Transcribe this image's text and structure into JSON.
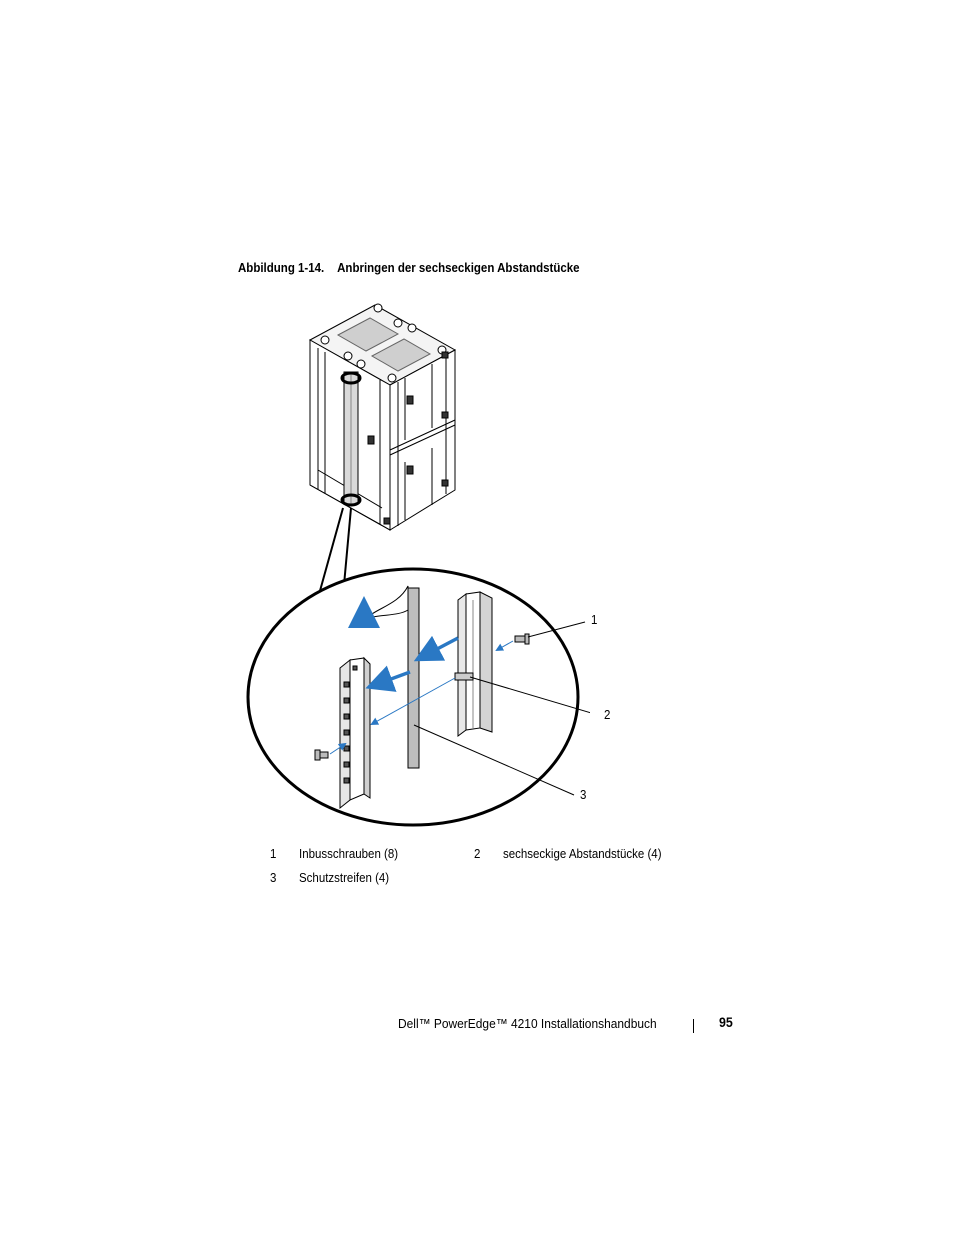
{
  "caption": {
    "number": "Abbildung 1-14.",
    "title": "Anbringen der sechseckigen Abstandstücke"
  },
  "callouts": [
    "1",
    "2",
    "3"
  ],
  "legend": [
    {
      "num": "1",
      "label": "Inbusschrauben (8)"
    },
    {
      "num": "2",
      "label": "sechseckige Abstandstücke (4)"
    },
    {
      "num": "3",
      "label": "Schutzstreifen (4)"
    }
  ],
  "footer": {
    "title": "Dell™ PowerEdge™ 4210 Installationshandbuch",
    "page_number": "95"
  },
  "colors": {
    "arrow": "#2a78c4",
    "line": "#000000"
  }
}
